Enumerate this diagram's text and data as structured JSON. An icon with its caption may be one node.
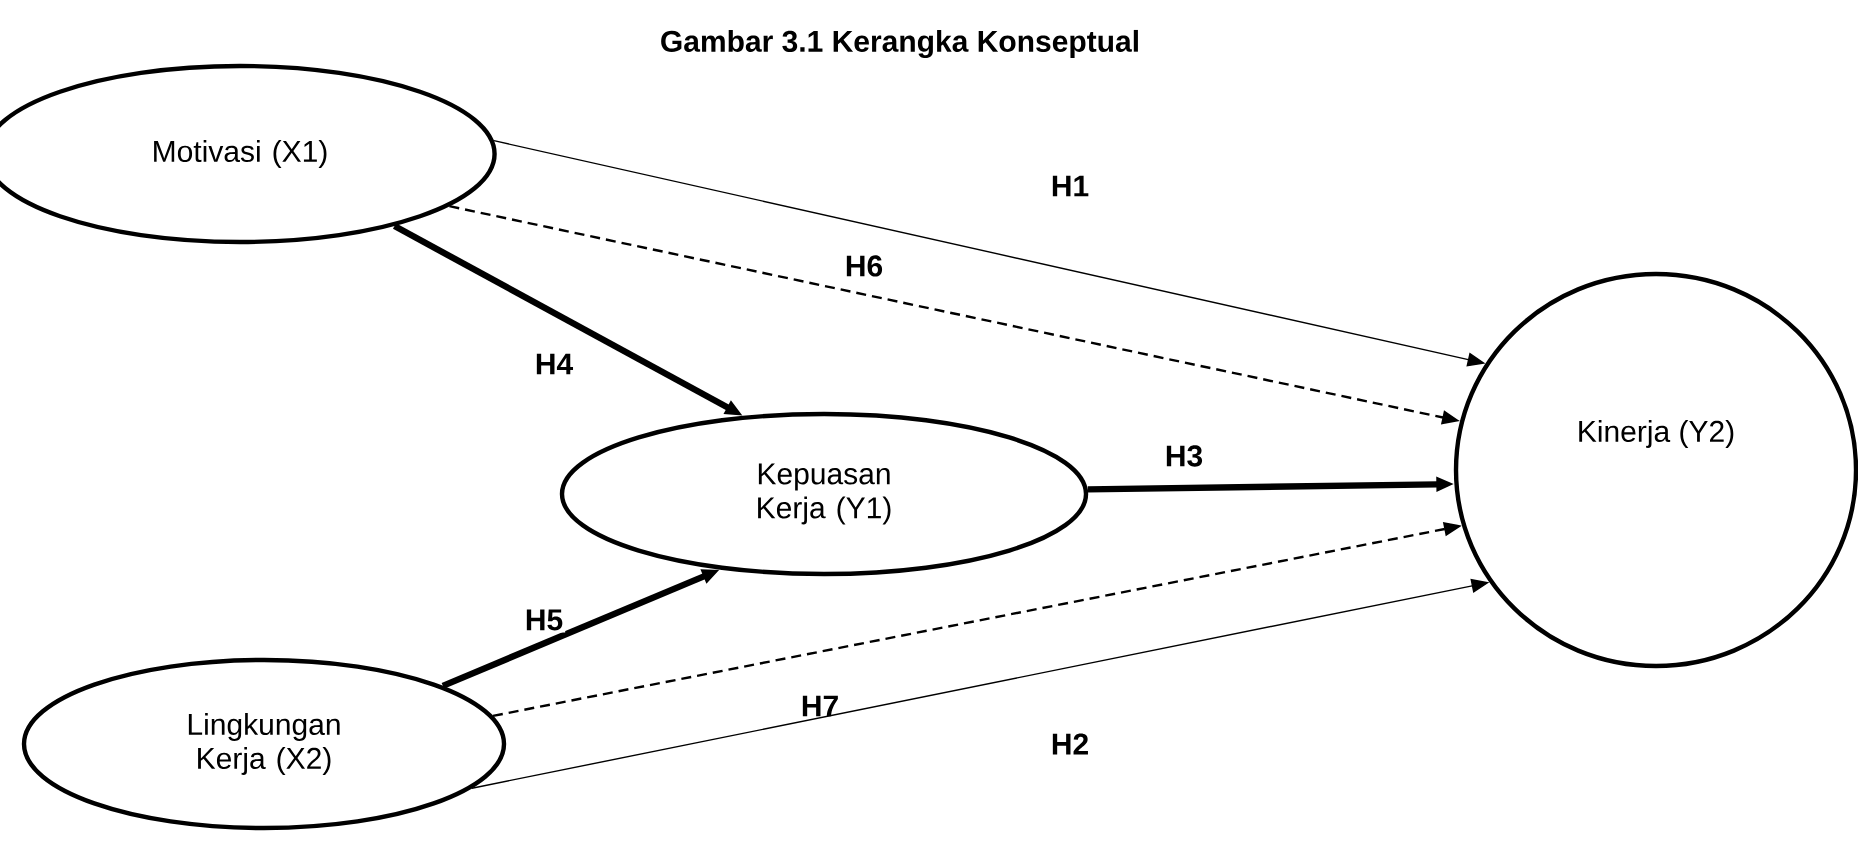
{
  "diagram": {
    "title": "Gambar 3.1 Kerangka Konseptual",
    "nodes": [
      {
        "text": [
          "Motivasi (X1)"
        ]
      },
      {
        "text": [
          "Kepuasan Kerja (Y1)"
        ]
      },
      {
        "text": [
          "Kinerja (Y2)"
        ]
      },
      {
        "text": [
          "Lingkungan Kerja (X2)"
        ]
      }
    ],
    "edges": [
      {
        "from": 0,
        "to": 2,
        "arrow": "to",
        "label": "H1"
      },
      {
        "from": 0,
        "to": 2,
        "arrow": "to",
        "label": "H6",
        "style": "dashed"
      },
      {
        "from": 0,
        "to": 1,
        "arrow": "to",
        "label": "H4",
        "style": "thick"
      },
      {
        "from": 1,
        "to": 2,
        "arrow": "to",
        "label": "H3",
        "style": "thick"
      },
      {
        "from": 3,
        "to": 1,
        "arrow": "to",
        "label": "H5",
        "style": "thick"
      },
      {
        "from": 3,
        "to": 2,
        "arrow": "to",
        "label": "H7",
        "style": "dashed"
      },
      {
        "from": 3,
        "to": 2,
        "arrow": "to",
        "label": "H2"
      }
    ]
  }
}
